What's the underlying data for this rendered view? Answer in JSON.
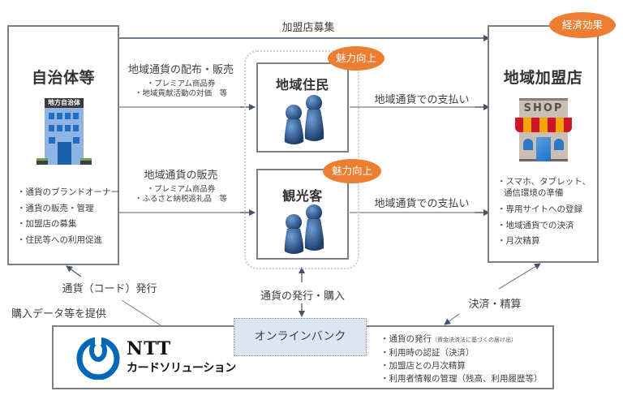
{
  "diagram": {
    "top_arrow_label": "加盟店募集",
    "municipality": {
      "title": "自治体等",
      "icon_sign": "地方自治体",
      "bullets": [
        "・通貨のブランドオーナー",
        "・通貨の販売・管理",
        "・加盟店の募集",
        "・住民等への利用促進"
      ]
    },
    "flow_distribution": {
      "label": "地域通貨の配布・販売",
      "sub": [
        "・プレミアム商品券",
        "・地域貢献活動の対価　等"
      ]
    },
    "flow_sales": {
      "label": "地域通貨の販売",
      "sub": [
        "・プレミアム商品券",
        "・ふるさと納税返礼品　等"
      ]
    },
    "residents": {
      "title": "地域住民",
      "badge": "魅力向上"
    },
    "tourists": {
      "title": "観光客",
      "badge": "魅力向上"
    },
    "payment_label_1": "地域通貨での支払い",
    "payment_label_2": "地域通貨での支払い",
    "merchant": {
      "title": "地域加盟店",
      "badge": "経済効果",
      "icon_sign": "SHOP",
      "bullets": [
        "・スマホ、タブレット、",
        "通信環境の準備",
        "・専用サイトへの登録",
        "・地域通貨での決済",
        "・月次精算"
      ]
    },
    "issue_code_label": "通貨（コード）発行",
    "provide_data_label": "購入データ等を提供",
    "issue_purchase_label": "通貨の発行・購入",
    "settlement_label": "決済・精算",
    "online_bank": "オンラインバンク",
    "ntt": {
      "logo_line1": "NTT",
      "logo_line2": "カードソリューション",
      "bullets": [
        {
          "main": "・通貨の発行",
          "note": "（資金決済法に基づくの届け出）"
        },
        {
          "main": "・利用時の認証（決済）",
          "note": ""
        },
        {
          "main": "・加盟店との月次精算",
          "note": ""
        },
        {
          "main": "・利用者情報の管理（残高、利用履歴等）",
          "note": ""
        }
      ]
    },
    "colors": {
      "badge": "#ed7d31",
      "arrow": "#44546a",
      "online_bank_fill": "#dce6f2",
      "figure_blue": "#2e5f9a",
      "logo_blue": "#0068b7"
    }
  }
}
